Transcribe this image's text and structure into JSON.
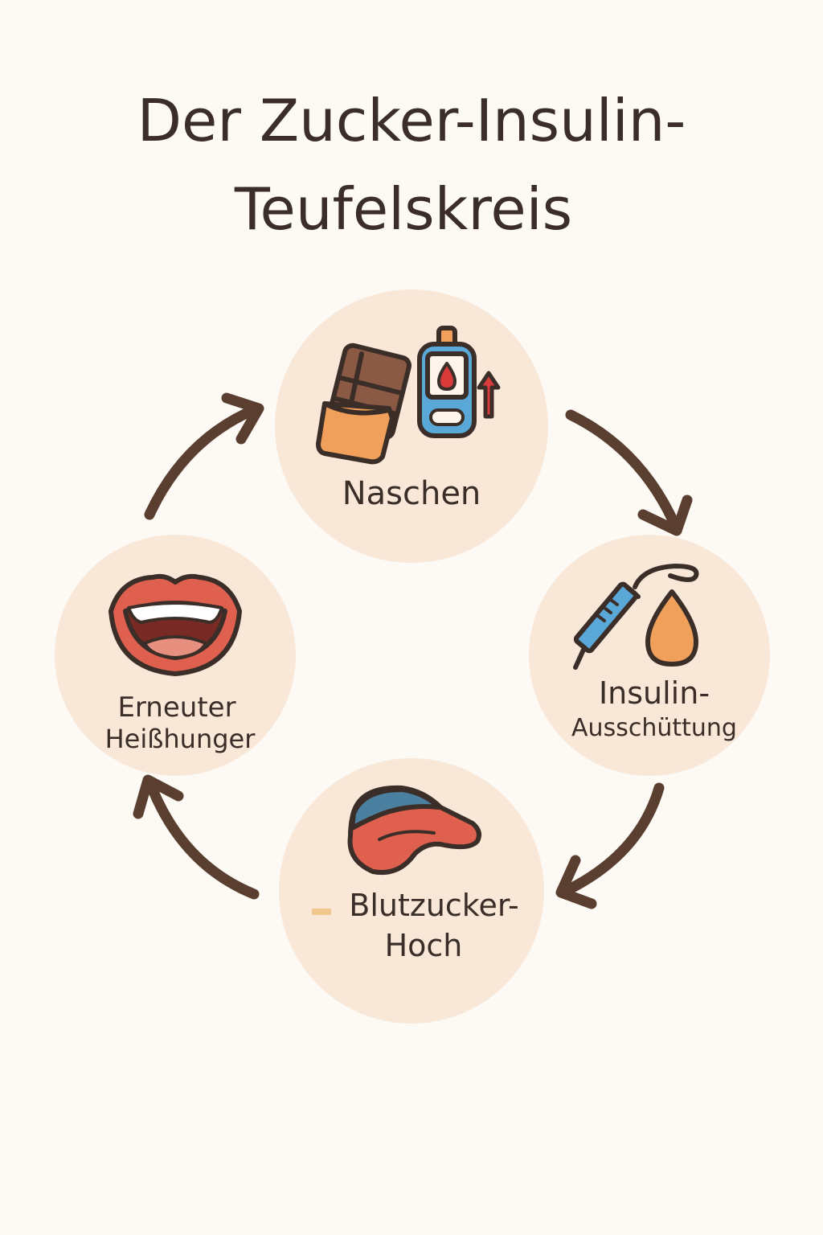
{
  "title": {
    "line1": "Der Zucker-Insulin-",
    "line2": "Teufelskreis"
  },
  "steps": [
    {
      "label_line1": "Naschen",
      "icon": "chocolate-and-glucose-meter-icon"
    },
    {
      "label_line1": "Insulin-",
      "label_line2": "Ausschüttung",
      "icon": "syringe-and-drop-icon"
    },
    {
      "label_line1": "Blutzucker-",
      "label_line2": "Hoch",
      "icon": "pancreas-icon"
    },
    {
      "label_line1": "Erneuter",
      "label_line2": "Heißhunger",
      "icon": "open-mouth-icon"
    }
  ],
  "colors": {
    "background": "#fdfaf6",
    "circle_fill": "#f9e8d8",
    "arrow": "#5a3f30",
    "text": "#3b2e28",
    "chocolate": "#8a5a44",
    "meter_blue": "#5aa8d8",
    "blood_red": "#d93a3a",
    "drop_orange": "#f0a05a",
    "lips_red": "#e06050"
  }
}
